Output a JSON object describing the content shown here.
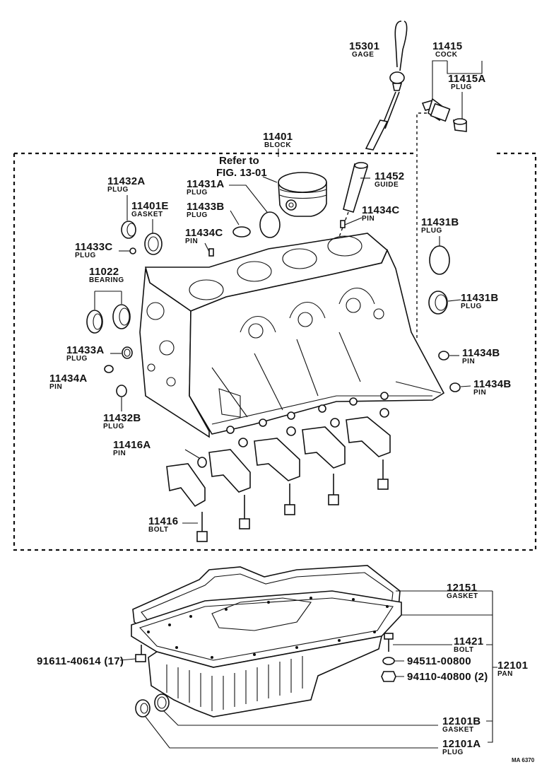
{
  "parts": {
    "p15301": {
      "num": "15301",
      "name": "GAGE"
    },
    "p11415": {
      "num": "11415",
      "name": "COCK"
    },
    "p11415A": {
      "num": "11415A",
      "name": "PLUG"
    },
    "p11401": {
      "num": "11401",
      "name": "BLOCK"
    },
    "refer": {
      "line1": "Refer to",
      "line2": "FIG. 13-01"
    },
    "p11452": {
      "num": "11452",
      "name": "GUIDE"
    },
    "p11432A": {
      "num": "11432A",
      "name": "PLUG"
    },
    "p11431A": {
      "num": "11431A",
      "name": "PLUG"
    },
    "p11401E": {
      "num": "11401E",
      "name": "GASKET"
    },
    "p11433B": {
      "num": "11433B",
      "name": "PLUG"
    },
    "p11434C_top": {
      "num": "11434C",
      "name": "PIN"
    },
    "p11431B_top": {
      "num": "11431B",
      "name": "PLUG"
    },
    "p11434C_mid": {
      "num": "11434C",
      "name": "PIN"
    },
    "p11433C": {
      "num": "11433C",
      "name": "PLUG"
    },
    "p11022": {
      "num": "11022",
      "name": "BEARING"
    },
    "p11431B_mid": {
      "num": "11431B",
      "name": "PLUG"
    },
    "p11433A": {
      "num": "11433A",
      "name": "PLUG"
    },
    "p11434B_1": {
      "num": "11434B",
      "name": "PIN"
    },
    "p11434A": {
      "num": "11434A",
      "name": "PIN"
    },
    "p11434B_2": {
      "num": "11434B",
      "name": "PIN"
    },
    "p11432B": {
      "num": "11432B",
      "name": "PLUG"
    },
    "p11416A": {
      "num": "11416A",
      "name": "PIN"
    },
    "p11416": {
      "num": "11416",
      "name": "BOLT"
    },
    "p12151": {
      "num": "12151",
      "name": "GASKET"
    },
    "p11421": {
      "num": "11421",
      "name": "BOLT"
    },
    "p12101": {
      "num": "12101",
      "name": "PAN"
    },
    "p12101B": {
      "num": "12101B",
      "name": "GASKET"
    },
    "p12101A": {
      "num": "12101A",
      "name": "PLUG"
    },
    "p91611": {
      "num": "91611-40614 (17)"
    },
    "p94511": {
      "num": "94511-00800"
    },
    "p94110": {
      "num": "94110-40800 (2)"
    }
  },
  "figure_code": "MA 6370"
}
